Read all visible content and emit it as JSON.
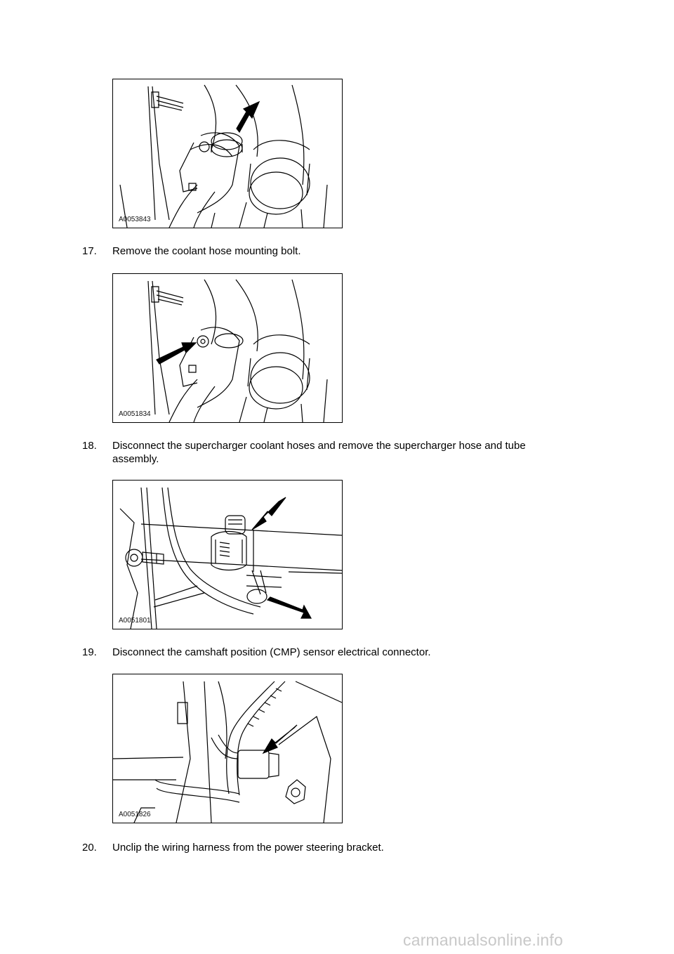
{
  "figures": [
    {
      "code": "A0053843"
    },
    {
      "code": "A0051834"
    },
    {
      "code": "A0051801"
    },
    {
      "code": "A0051826"
    }
  ],
  "steps": [
    {
      "number": "17.",
      "text": "Remove the coolant hose mounting bolt."
    },
    {
      "number": "18.",
      "text": "Disconnect the supercharger coolant hoses and remove the supercharger hose and tube assembly."
    },
    {
      "number": "19.",
      "text": "Disconnect the camshaft position (CMP) sensor electrical connector."
    },
    {
      "number": "20.",
      "text": "Unclip the wiring harness from the power steering bracket."
    }
  ],
  "footer": {
    "text": "carmanualsonline.info"
  }
}
